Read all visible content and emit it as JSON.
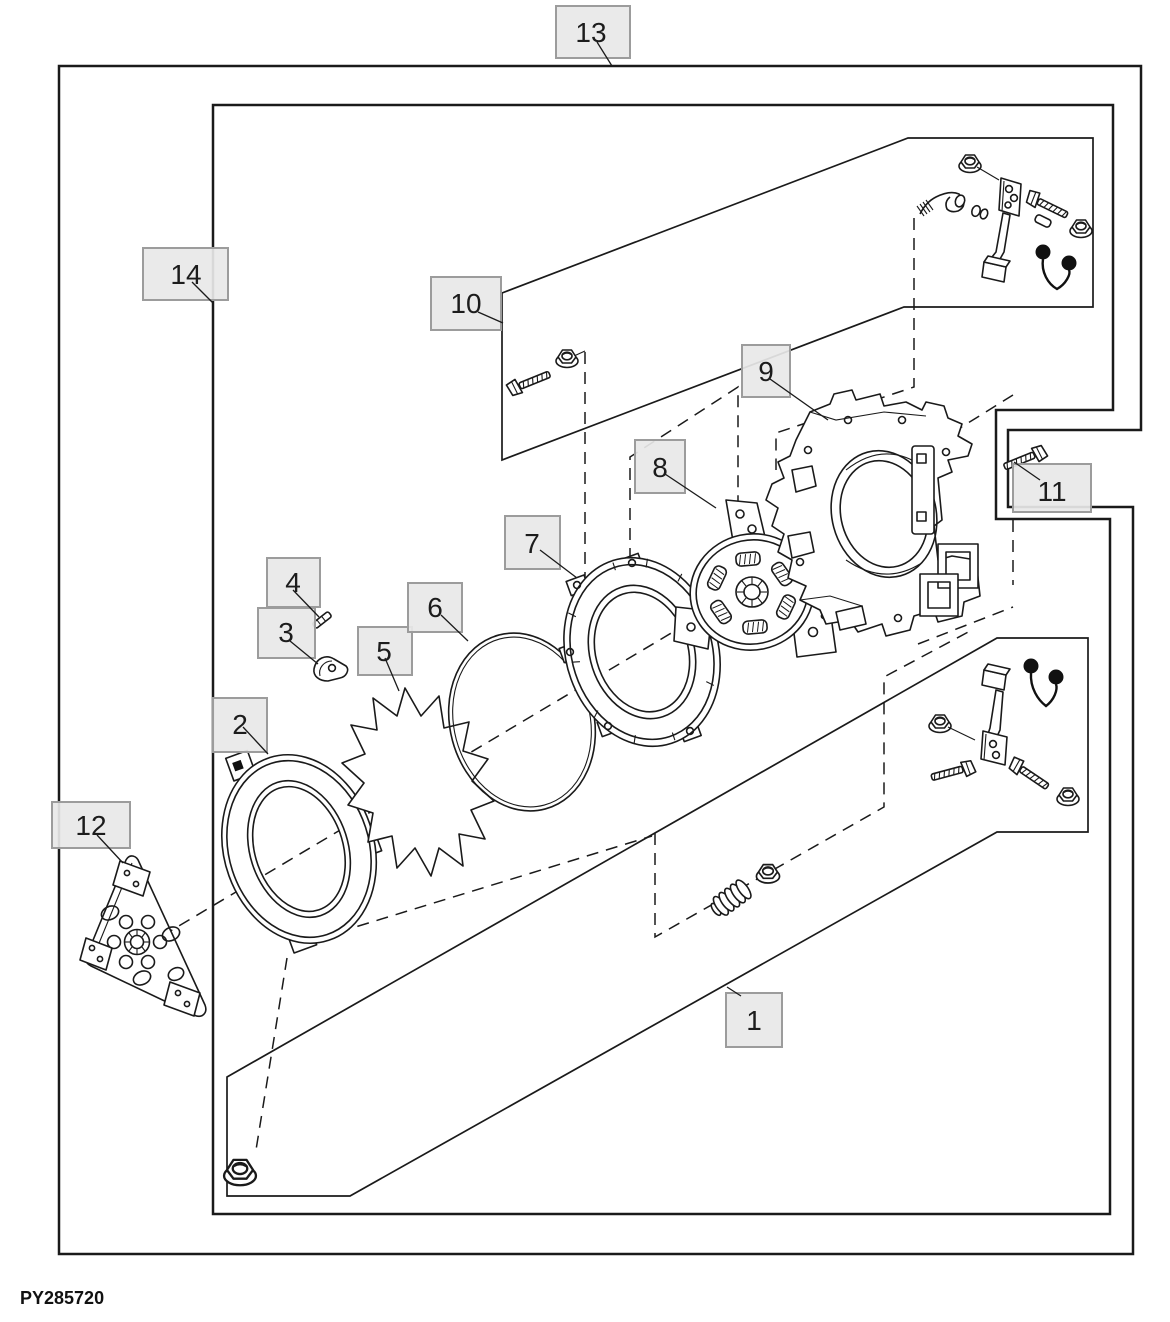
{
  "figure_code": "PY285720",
  "callouts": [
    "1",
    "2",
    "3",
    "4",
    "5",
    "6",
    "7",
    "8",
    "9",
    "10",
    "11",
    "12",
    "13",
    "14"
  ],
  "colors": {
    "line": "#1a1a1a",
    "label_fill": "#e8e8e8",
    "label_border": "#9c9c9c",
    "background": "#ffffff",
    "dark_part": "#111111"
  }
}
